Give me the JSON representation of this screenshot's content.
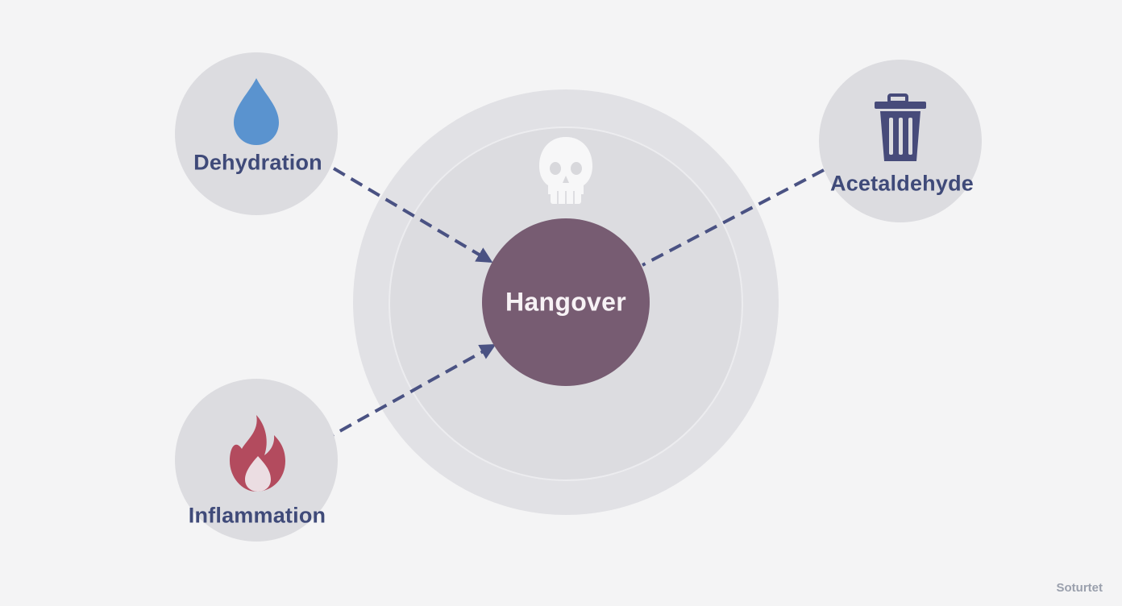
{
  "diagram": {
    "center": {
      "label": "Hangover",
      "icon": "skull-icon"
    },
    "causes": [
      {
        "label": "Dehydration",
        "icon": "water-drop-icon"
      },
      {
        "label": "Acetaldehyde",
        "icon": "trash-can-icon"
      },
      {
        "label": "Inflammation",
        "icon": "flame-icon"
      }
    ]
  },
  "colors": {
    "background": "#f4f4f5",
    "node_fill": "#dcdce0",
    "center_fill": "#775c72",
    "connector": "#4a5283",
    "label_text": "#3f4a79",
    "drop": "#5a93cf",
    "flame": "#b34b5e",
    "trash": "#474b7a"
  },
  "watermark": "Soturtet"
}
